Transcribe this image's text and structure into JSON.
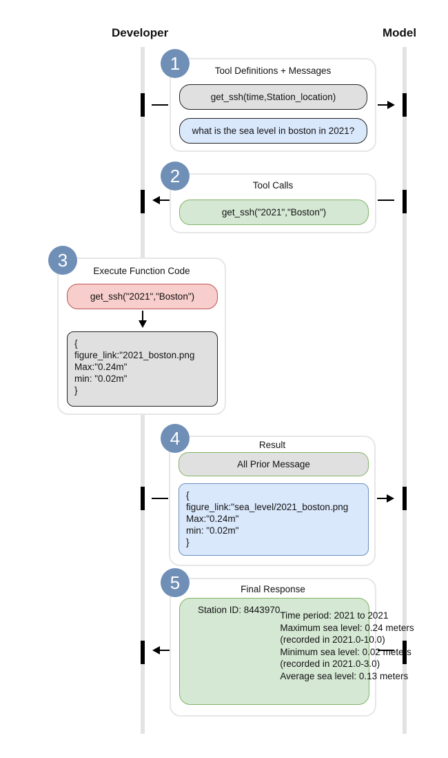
{
  "actors": {
    "left": "Developer",
    "right": "Model"
  },
  "steps": [
    {
      "number": "1",
      "title": "Tool Definitions + Messages",
      "direction": "developer-to-model",
      "items": [
        "get_ssh(time,Station_location)",
        "what is the sea level in boston in 2021?"
      ]
    },
    {
      "number": "2",
      "title": "Tool Calls",
      "direction": "model-to-developer",
      "items": [
        "get_ssh(\"2021\",\"Boston\")"
      ]
    },
    {
      "number": "3",
      "title": "Execute Function Code",
      "direction": "internal",
      "items": [
        "get_ssh(\"2021\",\"Boston\")",
        "{\nfigure_link:\"2021_boston.png\nMax:\"0.24m\"\nmin: \"0.02m\"\n}"
      ]
    },
    {
      "number": "4",
      "title": "Result",
      "direction": "developer-to-model",
      "items": [
        "All Prior Message",
        "{\nfigure_link:\"sea_level/2021_boston.png\nMax:\"0.24m\"\nmin: \"0.02m\"\n}"
      ]
    },
    {
      "number": "5",
      "title": "Final Response",
      "direction": "model-to-developer",
      "items": [
        "Station ID: 8443970",
        "Time period: 2021 to 2021\nMaximum sea level: 0.24 meters\n(recorded in 2021.0-10.0)\nMinimum sea level: 0.02 meters\n(recorded in 2021.0-3.0)\nAverage sea level: 0.13 meters"
      ]
    }
  ],
  "colors": {
    "badge": "#6f8fb7",
    "gray_fill": "#e0e0e0",
    "blue_fill": "#dae8fc",
    "green_fill": "#d5e8d4",
    "red_fill": "#f8cecc"
  }
}
